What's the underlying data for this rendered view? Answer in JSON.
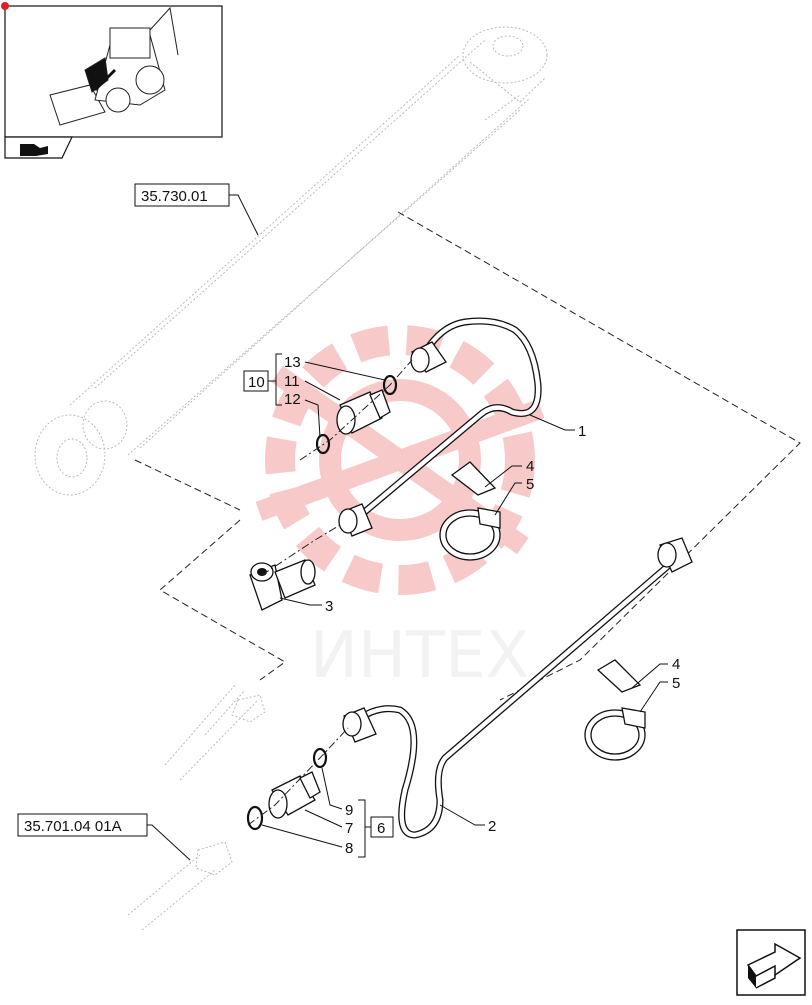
{
  "references": {
    "cylinder_ref": "35.730.01",
    "frame_ref": "35.701.04 01A"
  },
  "callouts": {
    "pipe_upper": "1",
    "pipe_lower": "2",
    "elbow_fitting": "3",
    "wedge_upper": "4",
    "clamp_upper": "5",
    "wedge_lower": "4",
    "clamp_lower": "5",
    "kit_upper_box": "10",
    "kit_upper_items": [
      "13",
      "11",
      "12"
    ],
    "kit_lower_box": "6",
    "kit_lower_items": [
      "9",
      "7",
      "8"
    ]
  },
  "watermark": {
    "text": "ИНТЕХ",
    "color": "#f08a8a"
  },
  "icons": {
    "thumbnail": "backhoe-loader-thumbnail",
    "thumbnail_tab": "book-arrow-icon",
    "nav": "next-page-arrow-icon"
  }
}
